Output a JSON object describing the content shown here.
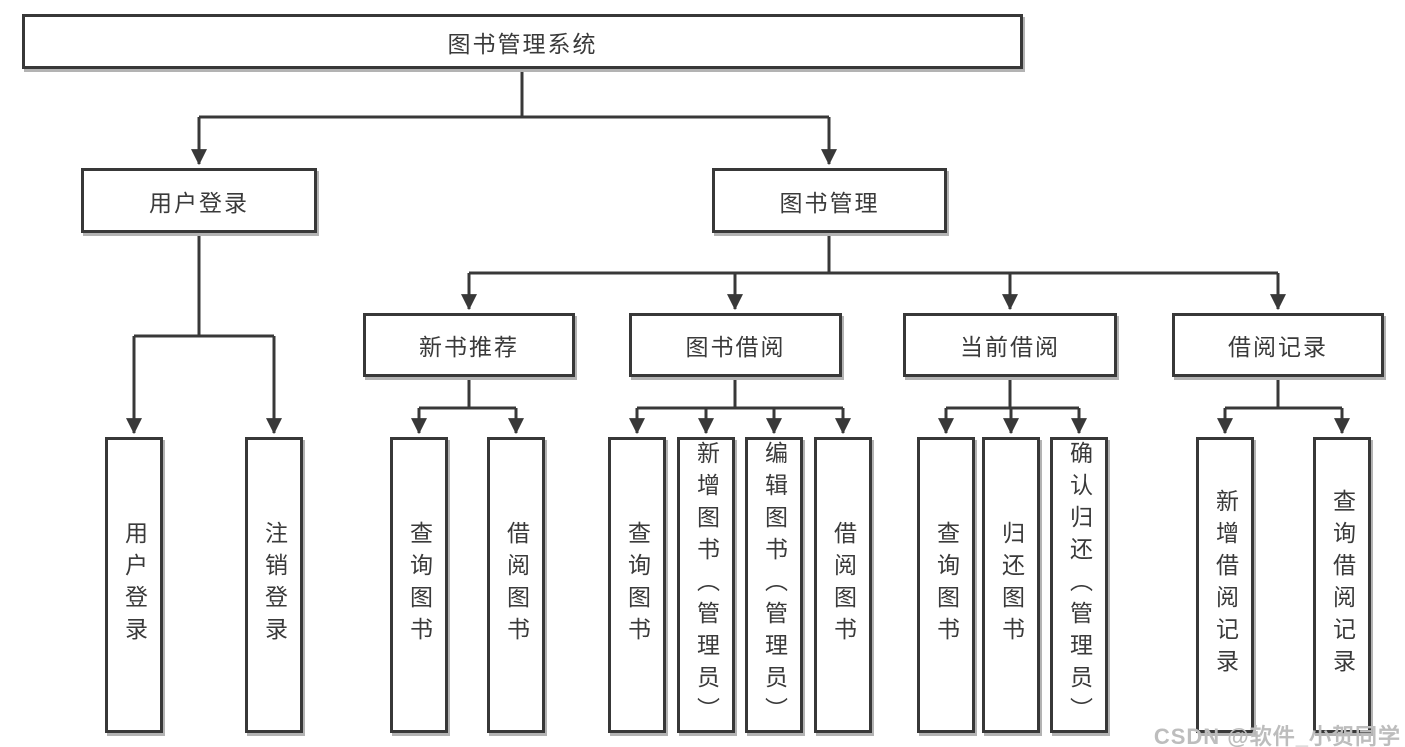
{
  "diagram": {
    "root": "图书管理系统",
    "level2": {
      "userLogin": "用户登录",
      "bookMgmt": "图书管理"
    },
    "level3": {
      "newBooks": "新书推荐",
      "bookBorrow": "图书借阅",
      "currentBorrow": "当前借阅",
      "borrowRecords": "借阅记录"
    },
    "leaves": {
      "loginAction": "用户登录",
      "logoutAction": "注销登录",
      "nbQueryBooks": "查询图书",
      "nbBorrowBooks": "借阅图书",
      "bbQueryBooks": "查询图书",
      "bbAddBooks": "新增图书（管理员）",
      "bbEditBooks": "编辑图书（管理员）",
      "bbBorrowBooks": "借阅图书",
      "cbQueryBooks": "查询图书",
      "cbReturnBooks": "归还图书",
      "cbConfirmReturn": "确认归还（管理员）",
      "brAddRecord": "新增借阅记录",
      "brQueryRecord": "查询借阅记录"
    },
    "line_color": "#383838",
    "text_color": "#3a3a3a"
  },
  "watermark": "CSDN @软件_小贺同学"
}
